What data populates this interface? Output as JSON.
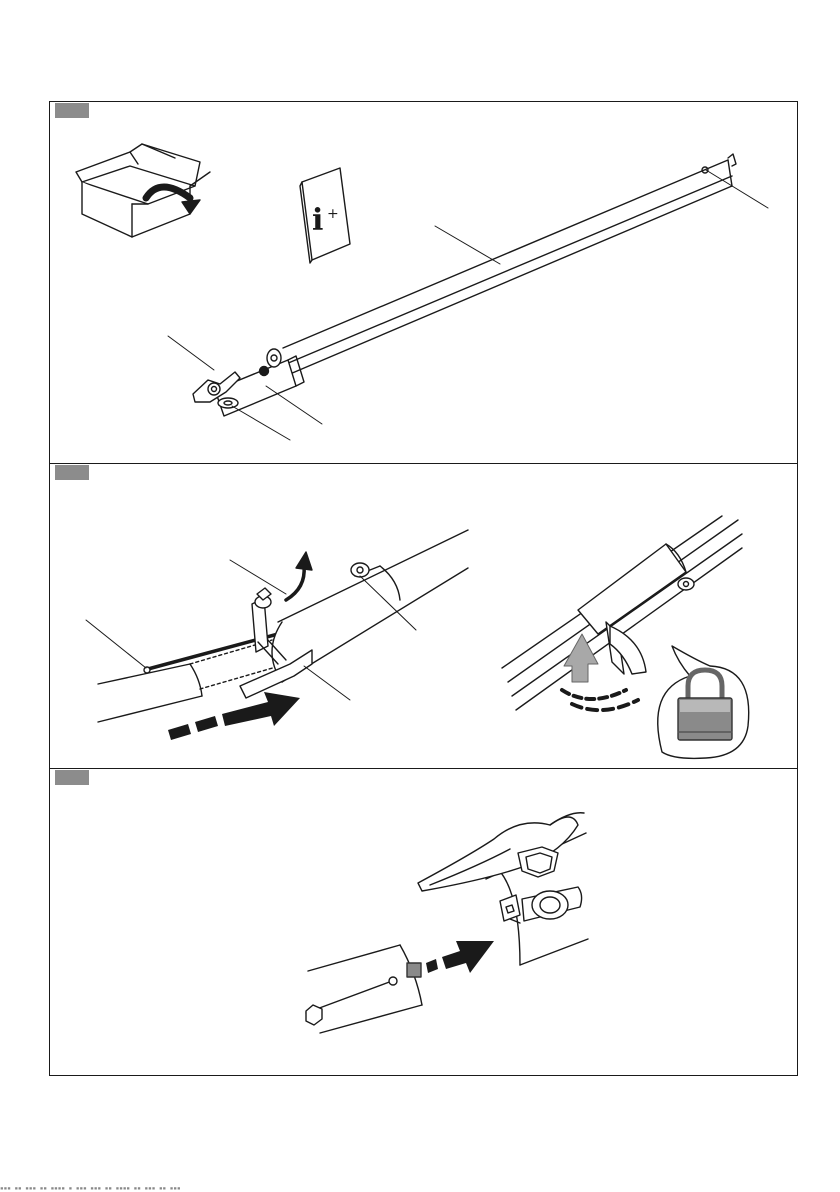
{
  "manual": {
    "steps": [
      {
        "id": "step-1",
        "content": "unpack-and-parts"
      },
      {
        "id": "step-2",
        "content": "attach-pole"
      },
      {
        "id": "step-3",
        "content": "insert-connector"
      }
    ],
    "booklet_symbol": "i",
    "booklet_plus": "+"
  },
  "icons": {
    "box": "open-box-icon",
    "manual": "manual-booklet-icon",
    "lock": "padlock-icon"
  },
  "colors": {
    "line": "#1a1a1a",
    "tab": "#8c8c8c",
    "lock_body": "#8a8a8a",
    "arrow_gray": "#a8a8a8"
  }
}
